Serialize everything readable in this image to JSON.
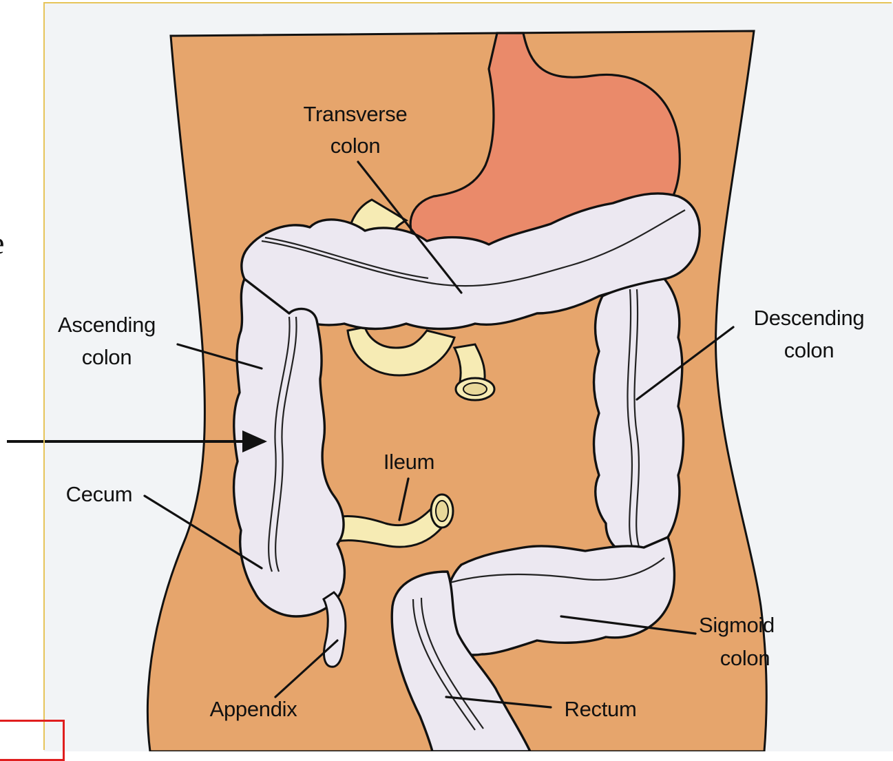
{
  "slide": {
    "side_text_fragment": "e",
    "pointer_arrow": "arrow-right-icon"
  },
  "diagram": {
    "labels": {
      "transverse_colon_line1": "Transverse",
      "transverse_colon_line2": "colon",
      "ascending_colon_line1": "Ascending",
      "ascending_colon_line2": "colon",
      "descending_colon_line1": "Descending",
      "descending_colon_line2": "colon",
      "ileum": "Ileum",
      "cecum": "Cecum",
      "sigmoid_colon_line1": "Sigmoid",
      "sigmoid_colon_line2": "colon",
      "appendix": "Appendix",
      "rectum": "Rectum"
    },
    "colors": {
      "torso": "#e6a56c",
      "background": "#f2f4f6",
      "stomach": "#ea8a6a",
      "colon": "#ece8f1",
      "small_intestine": "#f6ebb4",
      "frame": "#e6c45a",
      "highlight_box": "#e01e1e"
    }
  }
}
